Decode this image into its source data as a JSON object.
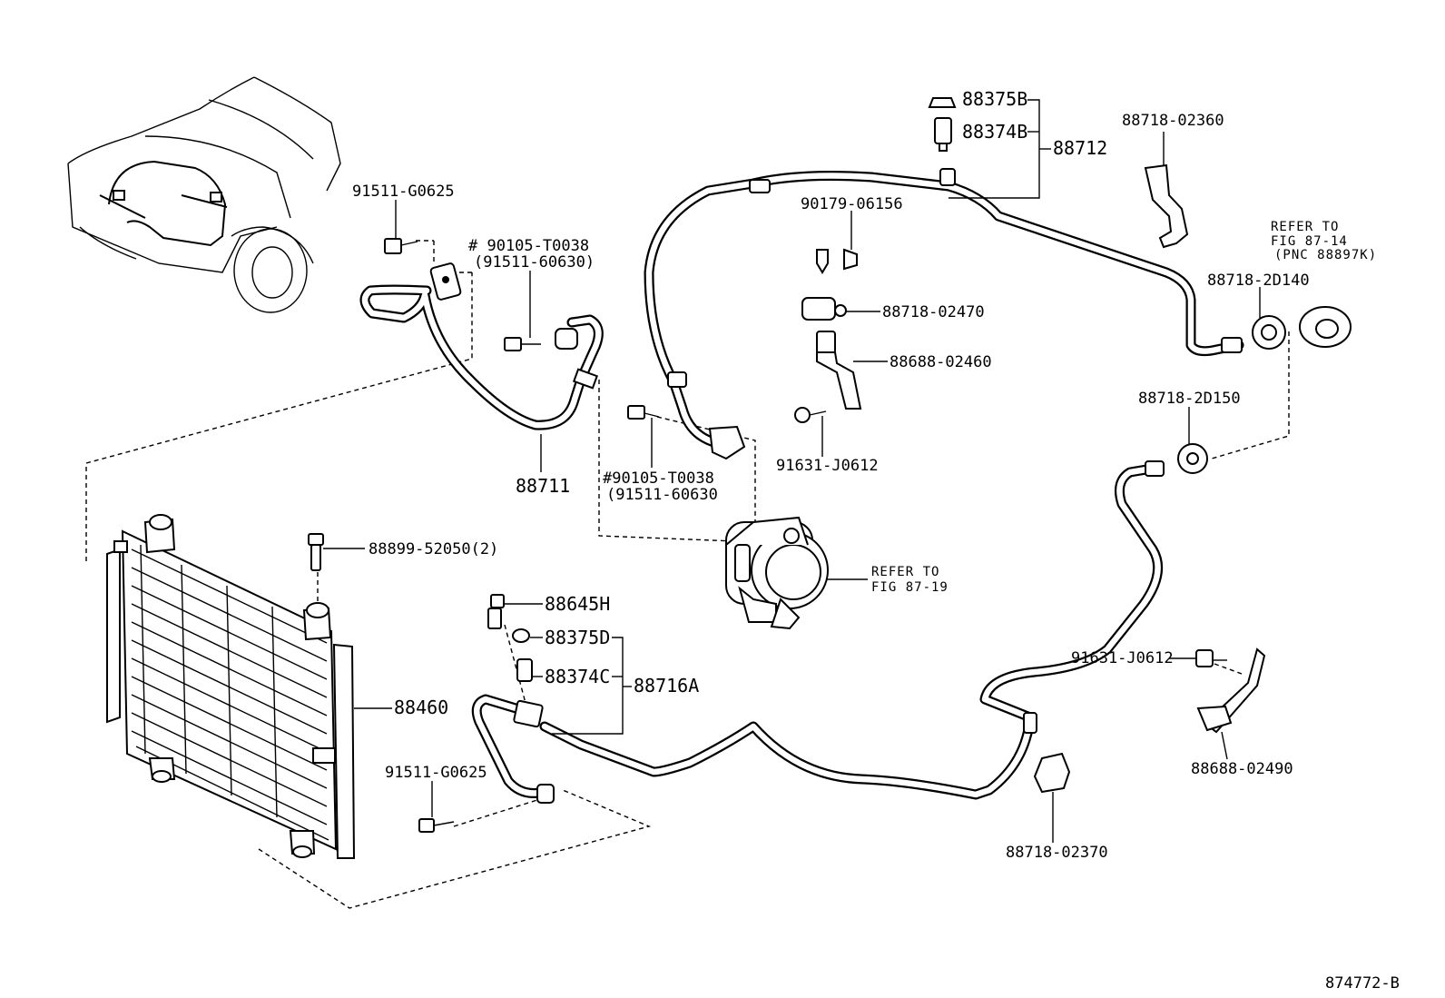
{
  "diagram": {
    "figure_id": "874772-B",
    "labels": {
      "p91511_g0625_top": "91511-G0625",
      "p90105_t0038_a": "# 90105-T0038",
      "p91511_60630_a": "(91511-60630)",
      "p88711": "88711",
      "p90105_t0038_b": "#90105-T0038",
      "p91511_60630_b": "(91511-60630",
      "p88375b": "88375B",
      "p88374b": "88374B",
      "p88712": "88712",
      "p90179_06156": "90179-06156",
      "p88718_02470": "88718-02470",
      "p88688_02460": "88688-02460",
      "p91631_j0612_a": "91631-J0612",
      "p88718_02360": "88718-02360",
      "refer_87_14_a": "REFER TO",
      "refer_87_14_b": "FIG 87-14",
      "refer_87_14_c": "(PNC 88897K)",
      "p88718_2d140": "88718-2D140",
      "p88718_2d150": "88718-2D150",
      "refer_87_19_a": "REFER TO",
      "refer_87_19_b": "FIG 87-19",
      "p88899_52050": "88899-52050(2)",
      "p88645h": "88645H",
      "p88375d": "88375D",
      "p88374c": "88374C",
      "p88716a": "88716A",
      "p88460": "88460",
      "p91511_g0625_bottom": "91511-G0625",
      "p91631_j0612_b": "91631-J0612",
      "p88688_02490": "88688-02490",
      "p88718_02370": "88718-02370"
    }
  }
}
